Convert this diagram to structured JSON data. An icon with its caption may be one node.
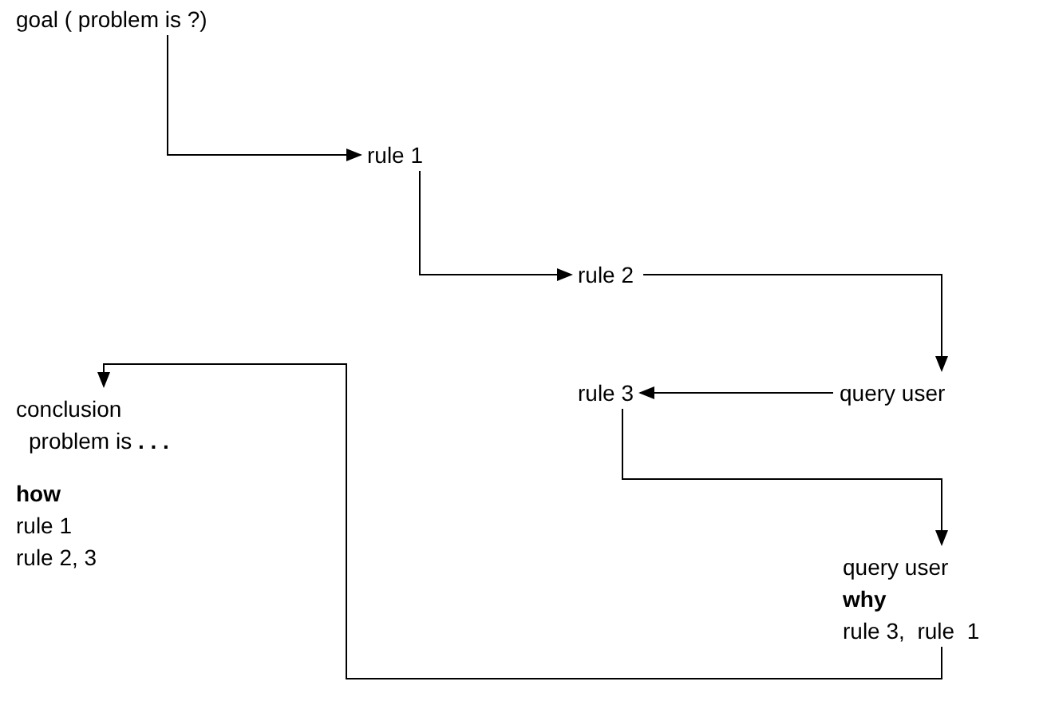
{
  "diagram": {
    "nodes": [
      {
        "text": [
          "goal ( problem is ?)"
        ]
      },
      {
        "text": [
          "rule 1"
        ]
      },
      {
        "text": [
          "rule 2"
        ]
      },
      {
        "text": [
          "query user"
        ]
      },
      {
        "text": [
          "rule 3"
        ]
      },
      {
        "text": [
          "query user",
          "why",
          "rule 3,  rule  1"
        ]
      },
      {
        "text": [
          "conclusion",
          "problem is **. . .**",
          "how",
          "rule 1",
          "rule 2, 3"
        ]
      }
    ],
    "edges": [
      {
        "from": 0,
        "to": 1,
        "arrow": "to"
      },
      {
        "from": 1,
        "to": 2,
        "arrow": "to"
      },
      {
        "from": 2,
        "to": 3,
        "arrow": "to"
      },
      {
        "from": 3,
        "to": 4,
        "arrow": "to"
      },
      {
        "from": 4,
        "to": 5,
        "arrow": "to"
      },
      {
        "from": 5,
        "to": 6,
        "arrow": "to"
      }
    ]
  }
}
